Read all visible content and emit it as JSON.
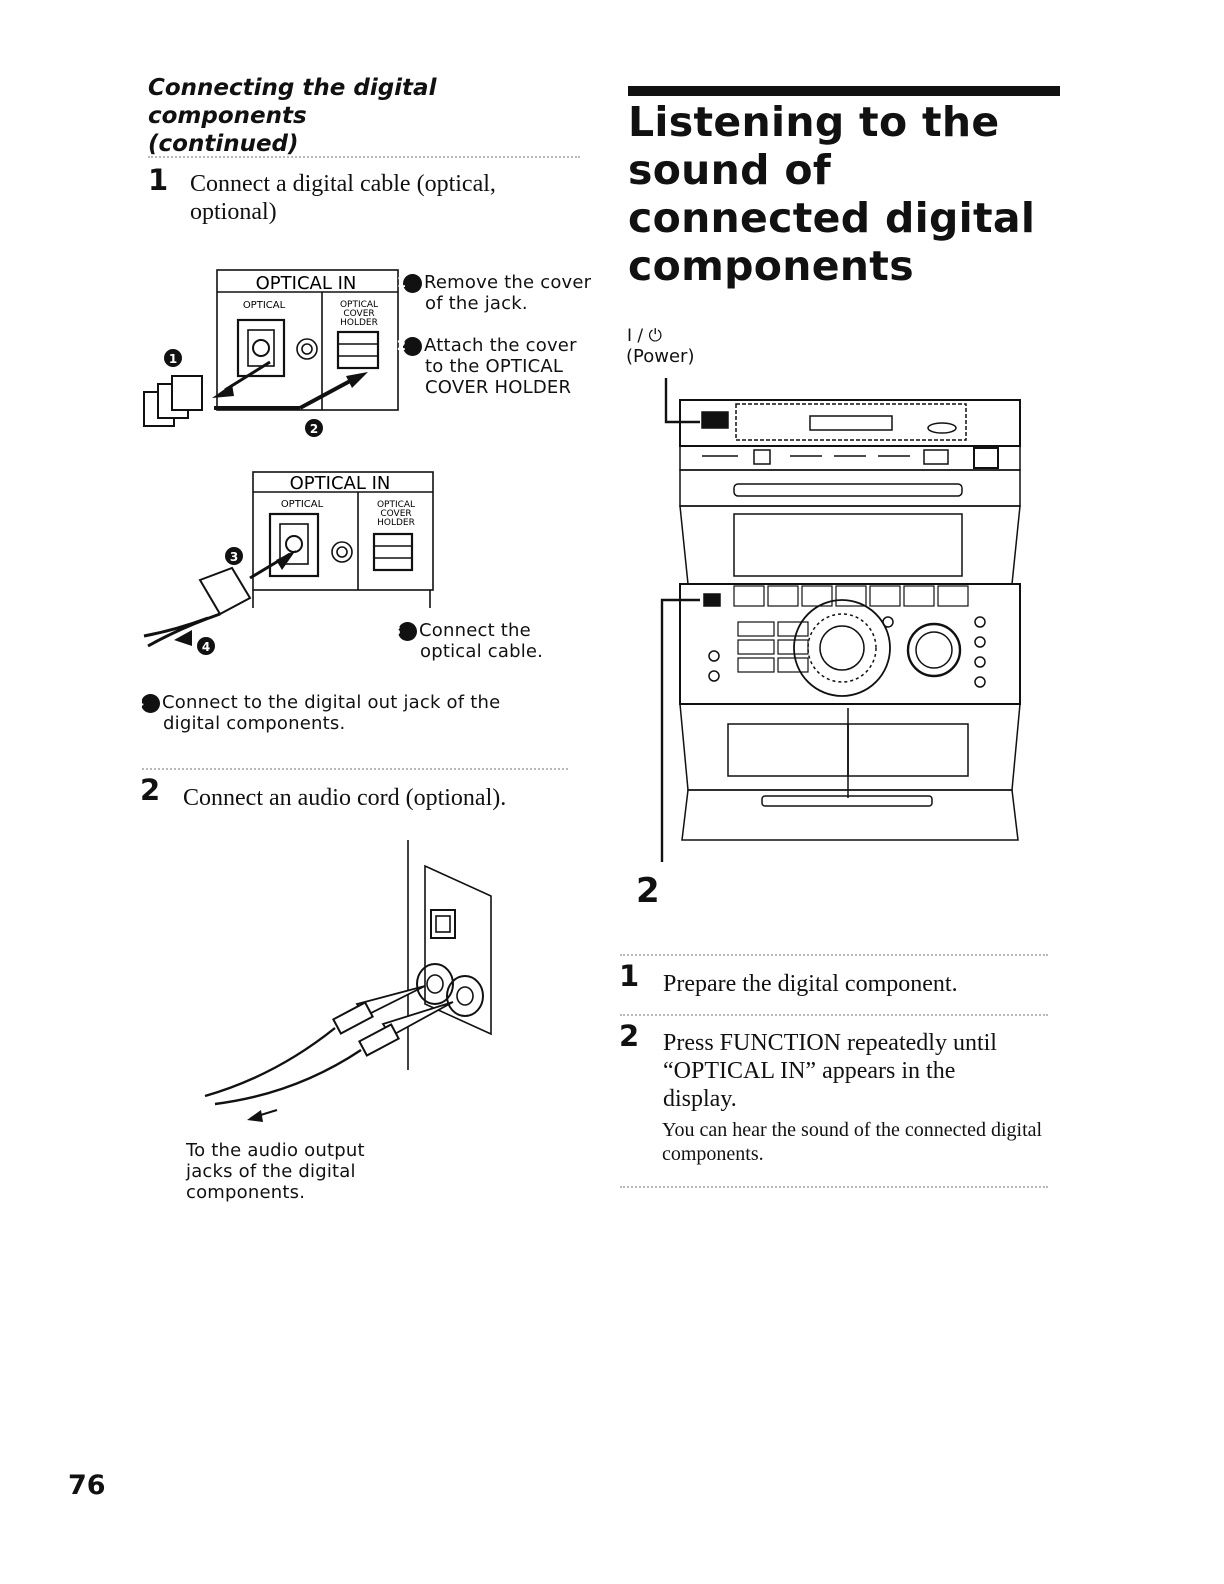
{
  "left": {
    "section_subtitle": "Connecting the digital components (continued)",
    "step1": {
      "number": "1",
      "text": "Connect a digital cable (optical, optional)"
    },
    "fig1": {
      "panel_title": "OPTICAL IN",
      "label_optical": "OPTICAL",
      "label_cover_holder": [
        "OPTICAL",
        "COVER",
        "HOLDER"
      ],
      "callout_1": "1",
      "callout_2": "2",
      "note1_num": "1",
      "note1_text": "Remove the cover of the jack.",
      "note2_num": "2",
      "note2_text": "Attach the cover to the OPTICAL COVER HOLDER"
    },
    "fig2": {
      "panel_title": "OPTICAL IN",
      "label_optical": "OPTICAL",
      "label_cover_holder": [
        "OPTICAL",
        "COVER",
        "HOLDER"
      ],
      "callout_3": "3",
      "callout_4": "4",
      "note3_num": "3",
      "note3_text": "Connect the optical cable."
    },
    "note4_num": "4",
    "note4_text": "Connect to the digital out jack of the digital components.",
    "step2": {
      "number": "2",
      "text": "Connect an audio cord (optional)."
    },
    "fig3_caption": "To the audio output jacks of the digital components."
  },
  "right": {
    "title": "Listening to the sound of connected digital components",
    "power_label_symbol": "I / ⏻",
    "power_label_text": "(Power)",
    "figure_callout": "2",
    "steps": [
      {
        "number": "1",
        "text": "Prepare the digital component.",
        "note": ""
      },
      {
        "number": "2",
        "text": "Press FUNCTION repeatedly until “OPTICAL IN” appears in the display.",
        "note": "You can hear the sound of the connected digital components."
      }
    ]
  },
  "page_number": "76"
}
